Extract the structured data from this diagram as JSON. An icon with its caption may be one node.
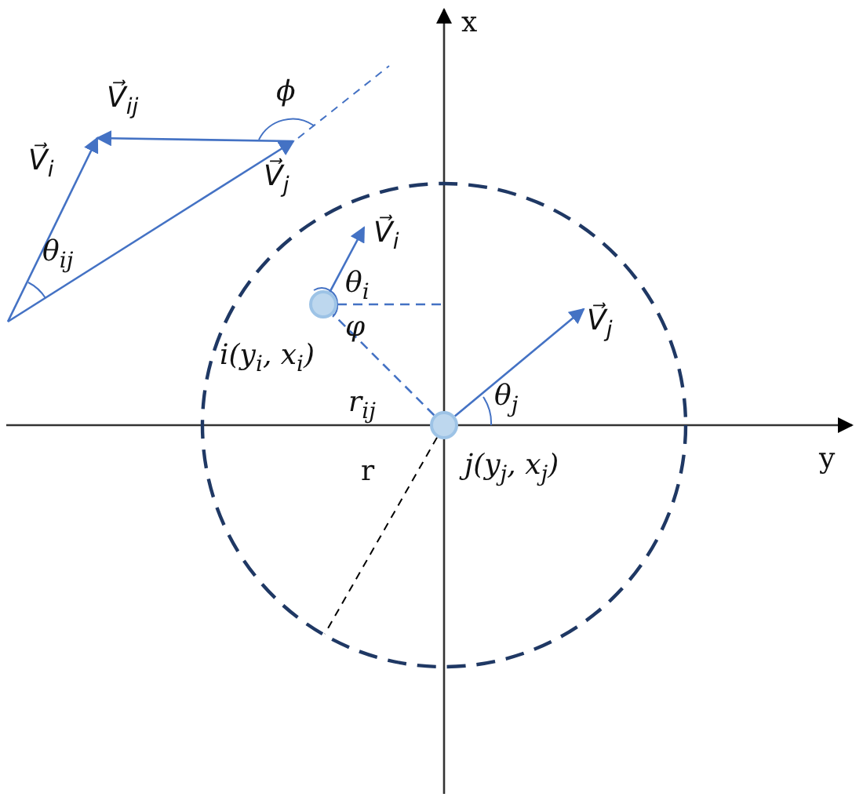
{
  "diagram": {
    "nodes": [
      {
        "text": [],
        "shape": "circle",
        "beside": [
          "i(y$_{i}$, x$_{i}$)"
        ]
      },
      {
        "text": [],
        "shape": "circle",
        "beside": [
          "j(y$_{j}$, x$_{j}$)"
        ]
      }
    ],
    "edges": [
      {
        "from": 1,
        "to": 0,
        "arrow": "none",
        "style": "dashed",
        "label": "r$_{ij}$"
      },
      {
        "from": 0,
        "to": null,
        "arrow": "to",
        "label": "V⃗$_{i}$"
      },
      {
        "from": 1,
        "to": null,
        "arrow": "to",
        "label": "V⃗$_{j}$"
      },
      {
        "from": 0,
        "to": null,
        "arrow": "none",
        "style": "dashed"
      }
    ],
    "labels": [
      "x",
      "ϕ",
      "V⃗$_{ij}$",
      "V⃗$_{i}$",
      "V⃗$_{j}$",
      "θ$_{ij}$",
      "θ$_{i}$",
      "φ",
      "θ$_{j}$",
      "y",
      "r"
    ]
  }
}
